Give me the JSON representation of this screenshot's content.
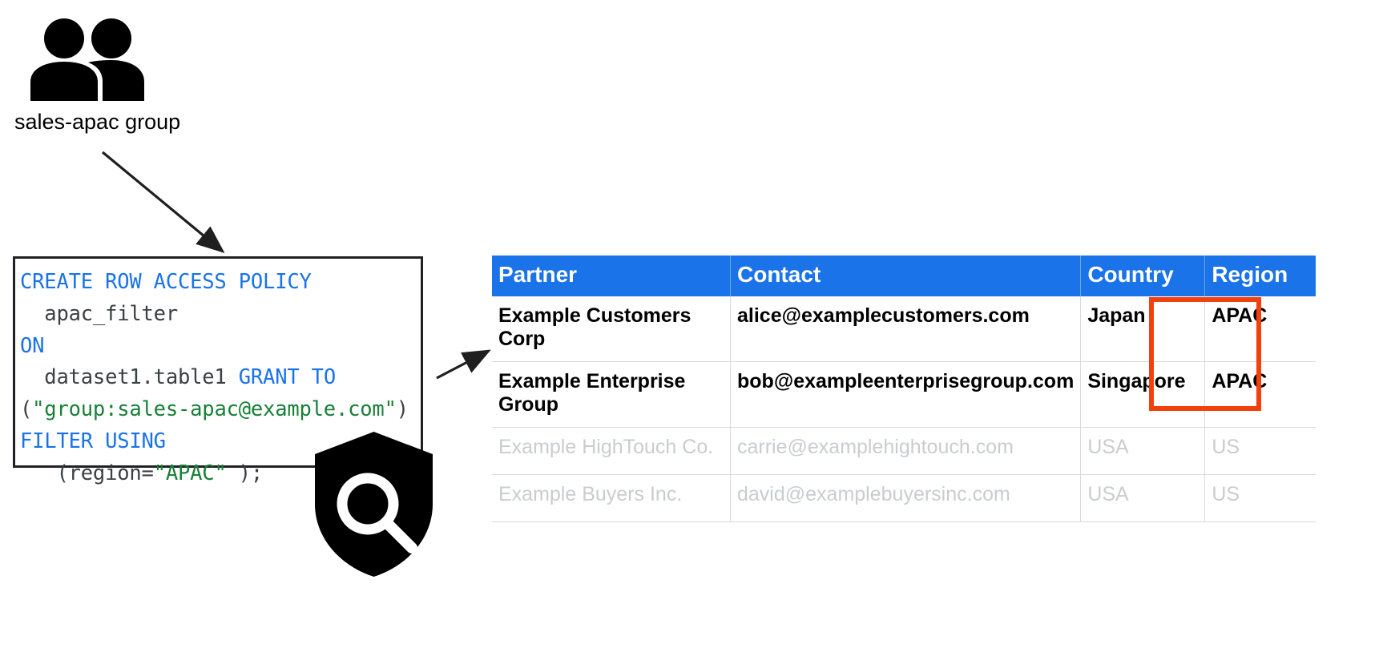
{
  "diagram": {
    "group_node": {
      "icon": "people-group-icon",
      "label": "sales-apac group"
    },
    "code_box": {
      "name": "row-access-policy-sql",
      "lines": [
        [
          {
            "t": "CREATE ROW ACCESS POLICY",
            "c": "kw"
          }
        ],
        [
          {
            "t": "  apac_filter",
            "c": "plain"
          }
        ],
        [
          {
            "t": "ON",
            "c": "kw"
          }
        ],
        [
          {
            "t": "  dataset1.table1 ",
            "c": "plain"
          },
          {
            "t": "GRANT TO",
            "c": "kw"
          }
        ],
        [
          {
            "t": "(",
            "c": "plain"
          },
          {
            "t": "\"group:sales-apac@example.com\"",
            "c": "str"
          },
          {
            "t": ")",
            "c": "plain"
          }
        ],
        [
          {
            "t": "FILTER USING",
            "c": "kw"
          }
        ],
        [
          {
            "t": "   (region=",
            "c": "plain"
          },
          {
            "t": "\"APAC\"",
            "c": "str"
          },
          {
            "t": " );",
            "c": "plain"
          }
        ]
      ]
    },
    "shield_node": {
      "icon": "shield-magnifier-icon"
    },
    "arrows": [
      {
        "name": "arrow-group-to-policy"
      },
      {
        "name": "arrow-policy-to-table"
      }
    ],
    "highlight": {
      "name": "region-apac-highlight",
      "color": "#f3400d"
    }
  },
  "table": {
    "name": "partner-table",
    "header_color": "#1a73e8",
    "columns": [
      "Partner",
      "Contact",
      "Country",
      "Region"
    ],
    "rows": [
      {
        "state": "visible",
        "cells": [
          "Example Customers Corp",
          "alice@examplecustomers.com",
          "Japan",
          "APAC"
        ]
      },
      {
        "state": "visible",
        "cells": [
          "Example Enterprise Group",
          "bob@exampleenterprisegroup.com",
          "Singapore",
          "APAC"
        ]
      },
      {
        "state": "filtered",
        "cells": [
          "Example HighTouch Co.",
          "carrie@examplehightouch.com",
          "USA",
          "US"
        ]
      },
      {
        "state": "filtered",
        "cells": [
          "Example Buyers Inc.",
          "david@examplebuyersinc.com",
          "USA",
          "US"
        ]
      }
    ]
  }
}
